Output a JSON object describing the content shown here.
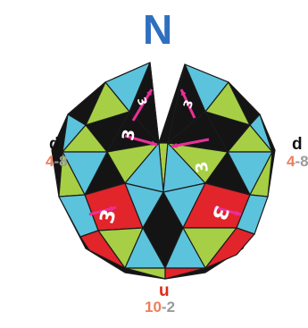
{
  "diagram": {
    "title": "N",
    "title_color": "#2f6fc0",
    "left_label": {
      "letter": "d",
      "first": "4",
      "dash": "-",
      "second": "8"
    },
    "right_label": {
      "letter": "d",
      "first": "4",
      "dash": "-",
      "second": "8"
    },
    "bottom_label": {
      "letter": "u",
      "first": "10",
      "dash": "-",
      "second": "2"
    },
    "number_colors": {
      "first": "#ef7d5a",
      "dash": "#9a9a9a",
      "second": "#9a9a9a"
    },
    "face_colors": {
      "black": "#141414",
      "blue": "#5cc3dc",
      "green": "#a6cf45",
      "red": "#e2242b",
      "magenta": "#e8309a"
    },
    "face_glyph": "3"
  }
}
